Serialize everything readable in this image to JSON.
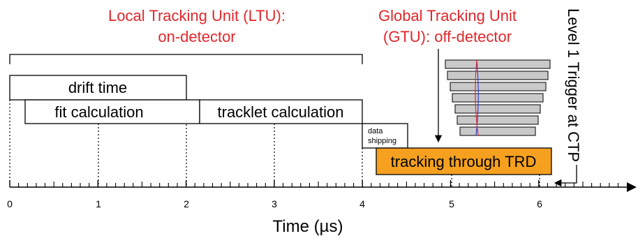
{
  "ltu_label": {
    "line1": "Local Tracking Unit (LTU):",
    "line2": "on-detector"
  },
  "gtu_label": {
    "line1": "Global Tracking Unit",
    "line2": "(GTU): off-detector"
  },
  "trigger_label": "Level 1 Trigger at CTP",
  "boxes": {
    "drift_time": {
      "label": "drift time",
      "start": 0,
      "end": 2.0
    },
    "fit_calculation": {
      "label": "fit calculation",
      "start": 0.17,
      "end": 2.15
    },
    "tracklet_calculation": {
      "label": "tracklet calculation",
      "start": 2.15,
      "end": 4.0
    },
    "data_shipping": {
      "line1": "data",
      "line2": "shipping",
      "start": 4.0,
      "end": 4.55
    },
    "tracking_trd": {
      "label": "tracking through TRD",
      "start": 4.15,
      "end": 6.1
    }
  },
  "axis": {
    "title": "Time (µs)",
    "ticks": [
      "0",
      "1",
      "2",
      "3",
      "4",
      "5",
      "6"
    ],
    "min": 0,
    "max": 6.9
  },
  "colors": {
    "accent_red": "#e3262b",
    "tracking_fill": "#f5a11f",
    "detector_gray": "#c9c9c9"
  }
}
